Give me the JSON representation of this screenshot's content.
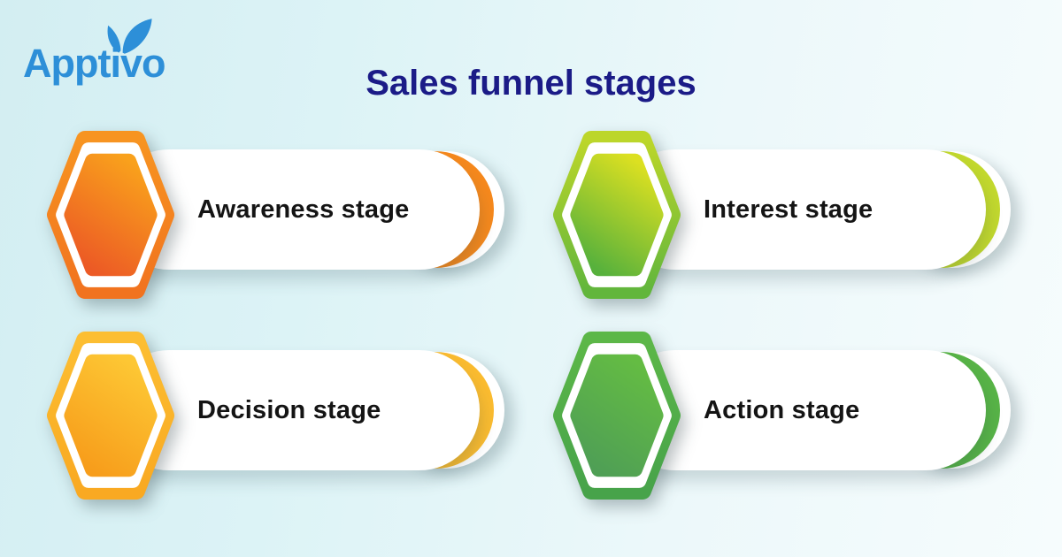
{
  "logo": {
    "text": "Apptivo",
    "color": "#2d8fd8"
  },
  "title": {
    "text": "Sales funnel stages",
    "color": "#1b1b87"
  },
  "stages": [
    {
      "label": "Awareness stage",
      "colors": {
        "outer_start": "#f79421",
        "outer_end": "#f1731f",
        "inner_start": "#f9a11c",
        "inner_end": "#ec5a25",
        "arc": "#f6891d"
      }
    },
    {
      "label": "Interest stage",
      "colors": {
        "outer_start": "#bcd62a",
        "outer_end": "#62b63c",
        "inner_start": "#dce021",
        "inner_end": "#57b13c",
        "arc": "#c3d92e"
      }
    },
    {
      "label": "Decision stage",
      "colors": {
        "outer_start": "#fcbe32",
        "outer_end": "#f9a922",
        "inner_start": "#fdc734",
        "inner_end": "#f79d1b",
        "arc": "#fbbc30"
      }
    },
    {
      "label": "Action stage",
      "colors": {
        "outer_start": "#5cb748",
        "outer_end": "#47a34a",
        "inner_start": "#64bc43",
        "inner_end": "#4f9f55",
        "arc": "#58b447"
      }
    }
  ]
}
